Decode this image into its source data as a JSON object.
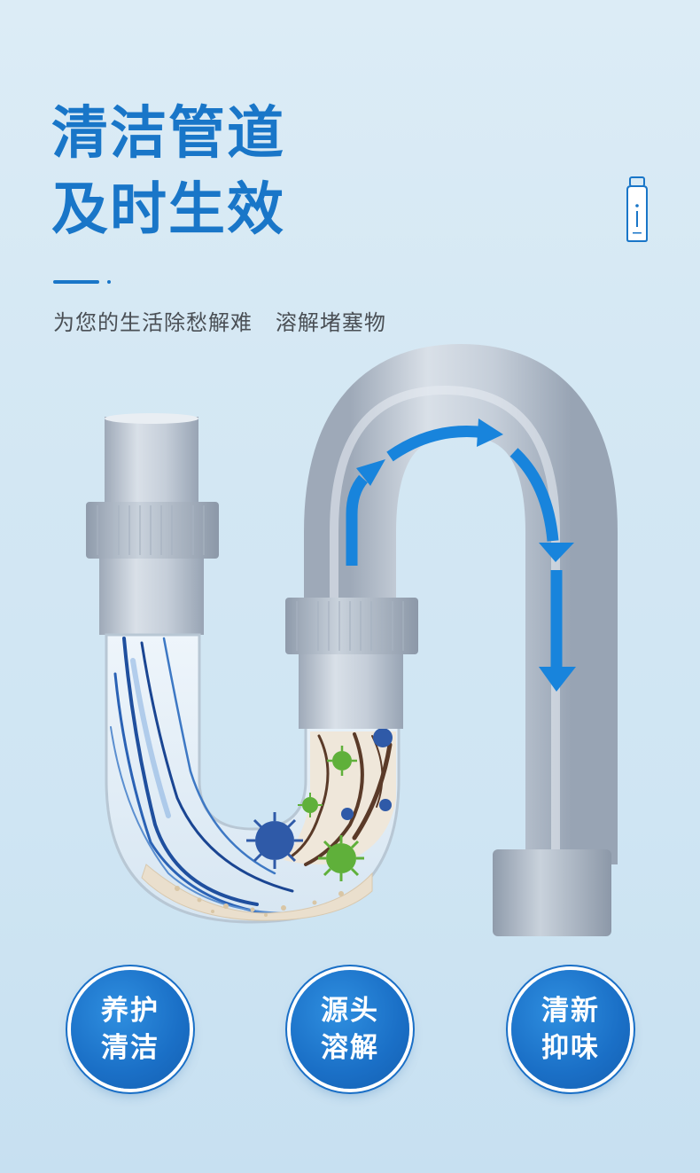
{
  "headline": {
    "line1": "清洁管道",
    "line2": "及时生效"
  },
  "subtitle": "为您的生活除愁解难   溶解堵塞物",
  "badges": [
    {
      "line1": "养护",
      "line2": "清洁"
    },
    {
      "line1": "源头",
      "line2": "溶解"
    },
    {
      "line1": "清新",
      "line2": "抑味"
    }
  ],
  "colors": {
    "brand_blue": "#1976c8",
    "arrow_blue": "#1884dc",
    "pipe_gray": "#bcc6d2",
    "virus_green": "#5fb03a",
    "virus_blue": "#2f5aa8"
  },
  "icons": [
    "bottle-icon",
    "flow-arrow-icon",
    "virus-icon"
  ]
}
